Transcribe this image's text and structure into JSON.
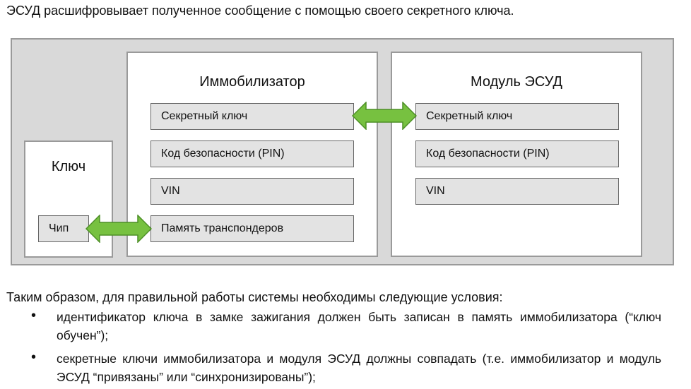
{
  "intro_text": "ЭСУД расшифровывает полученное сообщение с помощью своего секретного ключа.",
  "diagram": {
    "key": {
      "title": "Ключ",
      "chip": "Чип"
    },
    "immobilizer": {
      "title": "Иммобилизатор",
      "fields": [
        "Секретный ключ",
        "Код безопасности (PIN)",
        "VIN",
        "Память транспондеров"
      ]
    },
    "ecu": {
      "title": "Модуль ЭСУД",
      "fields": [
        "Секретный ключ",
        "Код безопасности (PIN)",
        "VIN"
      ]
    },
    "arrow_color": "#77c140"
  },
  "conditions_intro": "Таким образом, для правильной работы системы необходимы следующие условия:",
  "bullets": [
    "идентификатор  ключа в замке зажигания должен быть записан в память иммобилизатора (“ключ обучен”);",
    "секретные ключи иммобилизатора и модуля ЭСУД должны совпадать (т.е. иммобилизатор и модуль ЭСУД “привязаны” или “синхронизированы”);"
  ]
}
